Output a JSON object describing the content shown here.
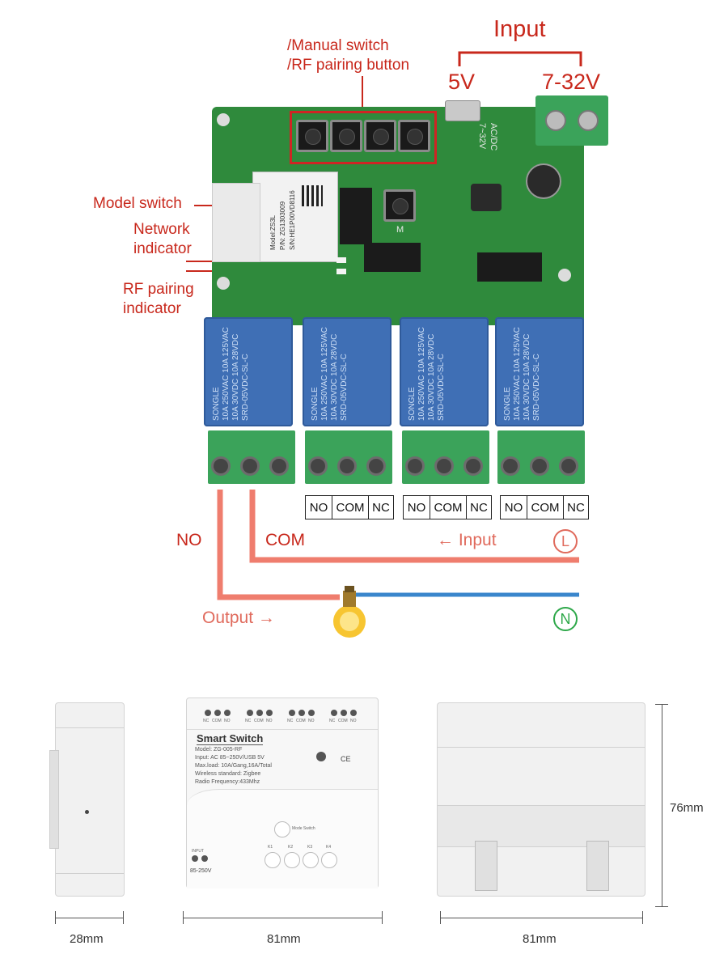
{
  "labels": {
    "manual_switch": "/Manual switch",
    "rf_pairing_button": "/RF pairing button",
    "input_title": "Input",
    "v5": "5V",
    "v7_32": "7-32V",
    "model_switch": "Model switch",
    "network_indicator_1": "Network",
    "network_indicator_2": "indicator",
    "rf_pairing_indicator_1": "RF pairing",
    "rf_pairing_indicator_2": "indicator",
    "no_wire": "NO",
    "com_wire": "COM",
    "input_arrow": "←  Input",
    "live_symbol": "L",
    "output_arrow": "Output  →",
    "neutral_symbol": "N"
  },
  "terminals": [
    [
      "NO",
      "COM",
      "NC"
    ],
    [
      "NO",
      "COM",
      "NC"
    ],
    [
      "NO",
      "COM",
      "NC"
    ]
  ],
  "board": {
    "port_label": "7~32V",
    "port_label2": "AC/DC",
    "module_model": "Model:ZS3L",
    "module_pn": "P/N: ZG1303009",
    "module_sn": "S/N:HE1P00VD8116",
    "m_label": "M",
    "relay_brand": "SONGLE",
    "relay_model": "SRD-05VDC-SL-C",
    "relay_spec1": "10A 250VAC 10A 125VAC",
    "relay_spec2": "10A 30VDC 10A 28VDC"
  },
  "device": {
    "title": "Smart  Switch",
    "model": "Model:  ZG-005-RF",
    "input": "Input:  AC 85~250V/USB 5V",
    "maxload": "Max.load:  10A/Gang,16A/Total",
    "wireless": "Wireless standard:  Zigbee",
    "radio": "Radio Frequency:433Mhz",
    "mode_switch": "Mode Switch",
    "input_small": "INPUT",
    "range": "85-250V",
    "buttons": [
      "K1",
      "K2",
      "K3",
      "K4"
    ],
    "top_terminals": [
      "NC",
      "COM",
      "NO",
      "NC",
      "COM",
      "NO",
      "NC",
      "COM",
      "NO",
      "NC",
      "COM",
      "NO"
    ]
  },
  "dimensions": {
    "side_width": "28mm",
    "front_width": "81mm",
    "back_width": "81mm",
    "height": "76mm"
  },
  "colors": {
    "pcb": "#2f8a3c",
    "relay": "#3f6fb5",
    "terminal": "#3ba35a",
    "annotation_red": "#c8281c",
    "live_wire": "#ef7d6e",
    "neutral_wire": "#3a86cc",
    "neutral_symbol": "#2ea84a"
  }
}
